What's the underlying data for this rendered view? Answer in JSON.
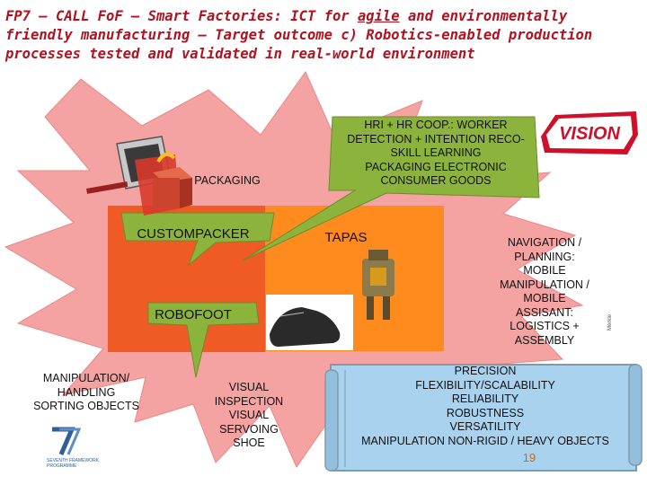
{
  "title": {
    "line_prefix": "FP7 – CALL FoF – Smart Factories: ICT for ",
    "agile": "agile",
    "line_suffix": " and environmentally friendly manufacturing – Target outcome c) Robotics-enabled production processes tested and validated in real-world environment"
  },
  "vision_label": "VISION",
  "labels": {
    "packaging": "PACKAGING",
    "custompacker": "CUSTOMPACKER",
    "tapas": "TAPAS",
    "robofoot": "ROBOFOOT",
    "hri": [
      "HRI + HR COOP.: WORKER",
      "DETECTION + INTENTION RECO-",
      "SKILL LEARNING",
      "PACKAGING ELECTRONIC",
      "CONSUMER GOODS"
    ],
    "navigation": [
      "NAVIGATION /",
      "PLANNING:",
      "MOBILE",
      "MANIPULATION /",
      "MOBILE",
      "ASSISANT:",
      "LOGISTICS +",
      "ASSEMBLY"
    ],
    "manipulation": [
      "MANIPULATION/",
      "HANDLING",
      "SORTING OBJECTS"
    ],
    "visual": [
      "VISUAL",
      "INSPECTION",
      "VISUAL",
      "SERVOING",
      "SHOE"
    ],
    "scroll": [
      "PRECISION",
      "FLEXIBILITY/SCALABILITY",
      "RELIABILITY",
      "ROBUSTNESS",
      "VERSATILITY",
      "MANIPULATION NON-RIGID / HEAVY OBJECTS"
    ]
  },
  "fp7_caption": "SEVENTH FRAMEWORK PROGRAMME",
  "page_number": "19",
  "vertical_text": "Merkle",
  "colors": {
    "burst": "#f4a2a2",
    "outer_box": "#ff8a1e",
    "inner_box": "#ef5a25",
    "callout": "#8cb43c",
    "scroll": "#a9d2ee",
    "title": "#b0121f",
    "vision": "#d0102a"
  }
}
